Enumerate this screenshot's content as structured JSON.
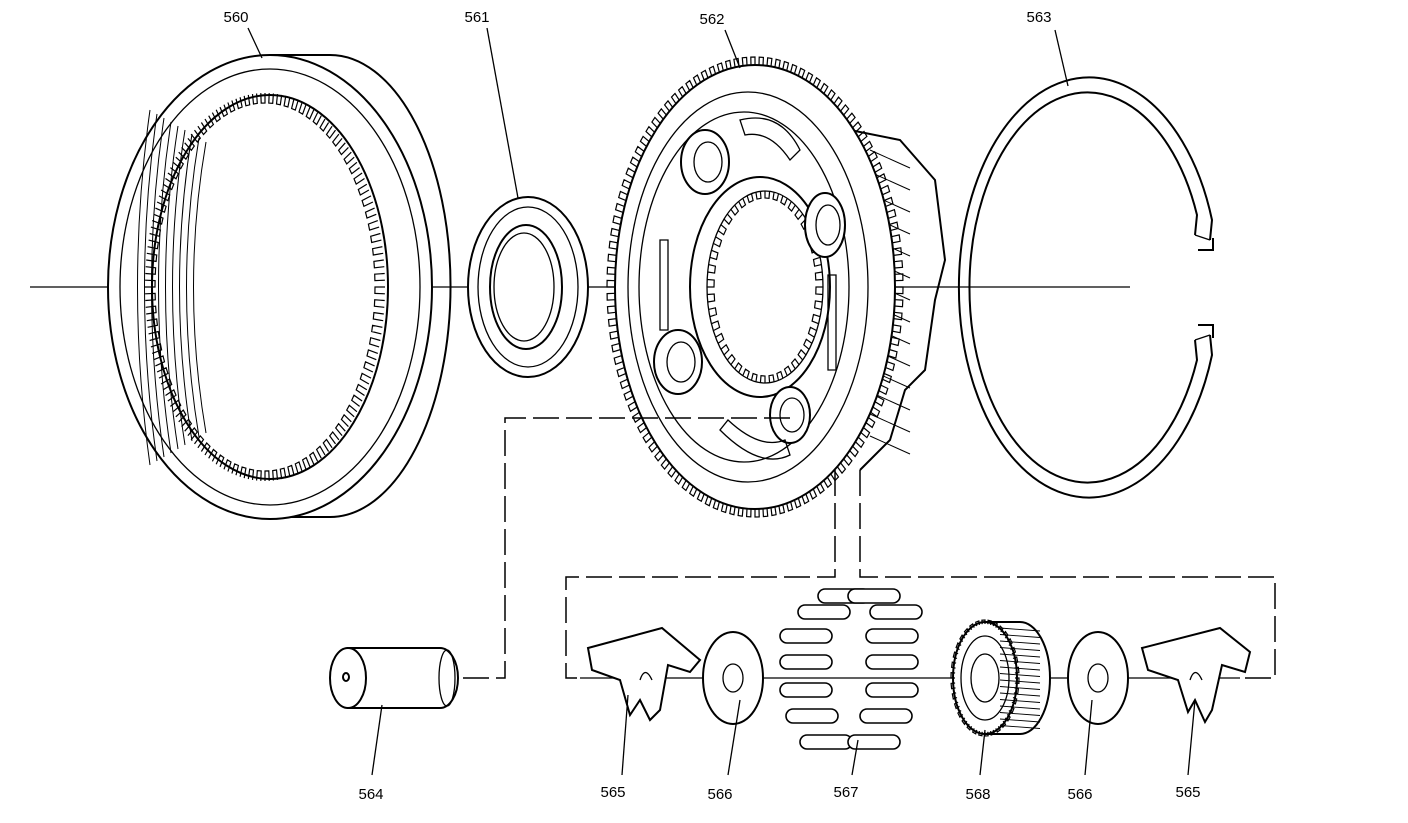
{
  "diagram": {
    "parts": [
      {
        "id": "560",
        "label": "560",
        "name": "internal-ring-gear"
      },
      {
        "id": "561",
        "label": "561",
        "name": "thrust-bearing"
      },
      {
        "id": "562",
        "label": "562",
        "name": "planetary-carrier"
      },
      {
        "id": "563",
        "label": "563",
        "name": "snap-ring"
      },
      {
        "id": "564",
        "label": "564",
        "name": "pinion-pin"
      },
      {
        "id": "565a",
        "label": "565",
        "name": "pinion-retainer-left"
      },
      {
        "id": "566a",
        "label": "566",
        "name": "thrust-washer-left"
      },
      {
        "id": "567",
        "label": "567",
        "name": "needle-bearings"
      },
      {
        "id": "568",
        "label": "568",
        "name": "pinion-gear"
      },
      {
        "id": "566b",
        "label": "566",
        "name": "thrust-washer-right"
      },
      {
        "id": "565b",
        "label": "565",
        "name": "pinion-retainer-right"
      }
    ],
    "colors": {
      "ink": "#000000",
      "paper": "#ffffff"
    }
  }
}
